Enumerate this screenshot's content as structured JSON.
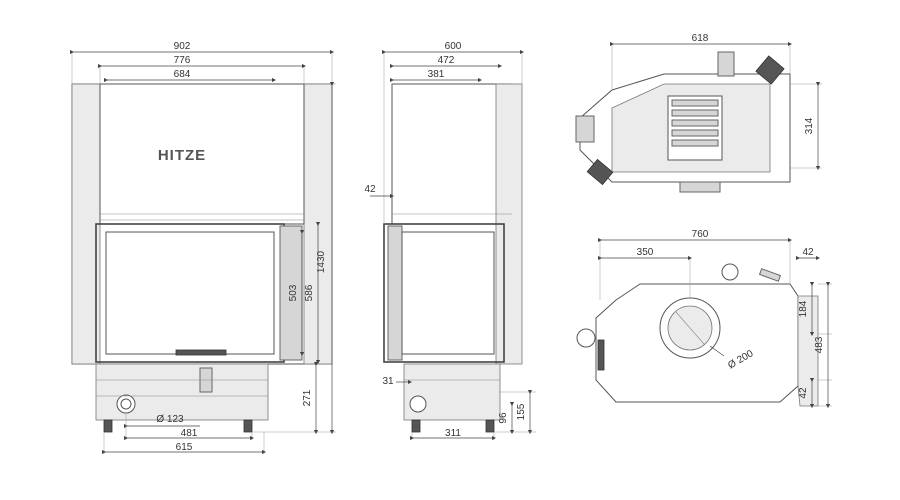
{
  "brand": {
    "logo_text": "HITZE"
  },
  "front_view": {
    "width_total": "902",
    "width_inner": "776",
    "width_door": "684",
    "height_total": "1430",
    "height_glass": "503",
    "height_opening": "586",
    "height_base": "271",
    "flue_diameter": "Ø 123",
    "base_width_inner": "481",
    "base_width_outer": "615"
  },
  "side_view": {
    "width_total": "600",
    "width_mid": "472",
    "width_inner": "381",
    "offset_left": "42",
    "offset_bottom": "31",
    "base_depth": "311",
    "height_small": "96",
    "height_base": "155"
  },
  "top_view": {
    "width": "618",
    "depth": "314"
  },
  "plan_view": {
    "width_total": "760",
    "center_offset": "350",
    "offset_right": "42",
    "height_upper": "184",
    "height_total": "483",
    "height_lower": "42",
    "flue_diameter": "Ø 200"
  }
}
